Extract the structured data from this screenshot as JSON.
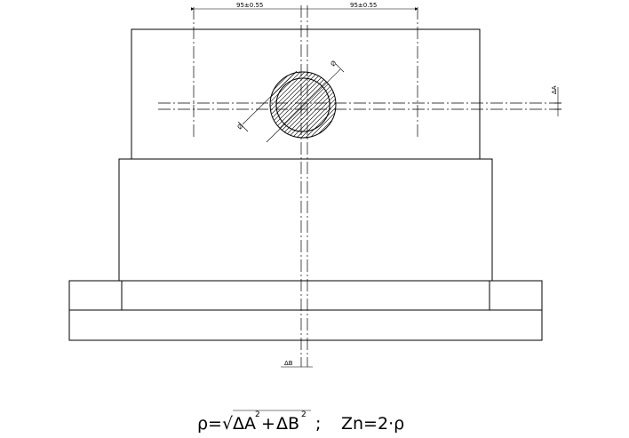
{
  "dimensions": {
    "left_spacing": "95±0.55",
    "right_spacing": "95±0.55",
    "pipe_diameter": "Ø",
    "hole_diameter": "Ø",
    "delta_a": "ΔA",
    "delta_b": "ΔB"
  },
  "formula": {
    "rho": "ρ=√",
    "term_a": "ΔA",
    "exp_a": "2",
    "plus": "+",
    "term_b": "ΔB",
    "exp_b": "2",
    "separator": ";",
    "zn": "Zn=2·ρ"
  }
}
